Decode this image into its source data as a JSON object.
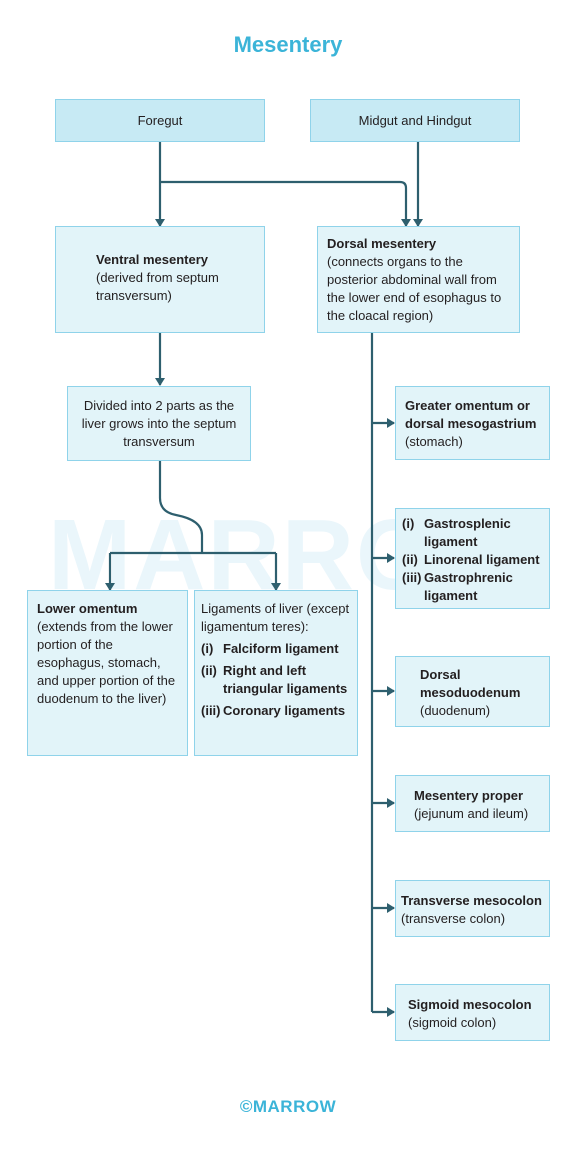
{
  "title": "Mesentery",
  "watermark": "MARRO",
  "foregut": "Foregut",
  "midgut_hindgut": "Midgut and Hindgut",
  "ventral": {
    "title": "Ventral mesentery",
    "desc": "(derived from septum transversum)"
  },
  "dorsal": {
    "title": "Dorsal mesentery",
    "desc": "(connects organs to the posterior abdominal wall from the lower end of esophagus to the cloacal region)"
  },
  "divided": "Divided into 2 parts as the liver grows into the septum transversum",
  "lower_omentum": {
    "title": "Lower omentum",
    "desc": "(extends from the lower portion of the esophagus, stomach, and upper portion of the duodenum to the liver)"
  },
  "ligaments_liver": {
    "intro": "Ligaments of liver (except ligamentum teres):",
    "items": [
      {
        "num": "(i)",
        "text": "Falciform ligament"
      },
      {
        "num": "(ii)",
        "text": "Right and left triangular ligaments"
      },
      {
        "num": "(iii)",
        "text": "Coronary ligaments"
      }
    ]
  },
  "greater_omentum": {
    "title": "Greater omentum or dorsal mesogastrium",
    "desc": "(stomach)"
  },
  "spleen_ligaments": [
    {
      "num": "(i)",
      "text": "Gastrosplenic ligament"
    },
    {
      "num": "(ii)",
      "text": "Linorenal ligament"
    },
    {
      "num": "(iii)",
      "text": "Gastrophrenic ligament"
    }
  ],
  "dorsal_mesoduodenum": {
    "title": "Dorsal mesoduodenum",
    "desc": "(duodenum)"
  },
  "mesentery_proper": {
    "title": "Mesentery proper",
    "desc": "(jejunum and ileum)"
  },
  "transverse_mesocolon": {
    "title": "Transverse mesocolon",
    "desc": "(transverse colon)"
  },
  "sigmoid_mesocolon": {
    "title": "Sigmoid mesocolon",
    "desc": "(sigmoid colon)"
  },
  "footer": "©MARROW",
  "colors": {
    "accent": "#3bb4d8",
    "box_fill": "#e2f4f9",
    "box_border": "#8fd3ea",
    "arrow": "#2e5f6e"
  }
}
